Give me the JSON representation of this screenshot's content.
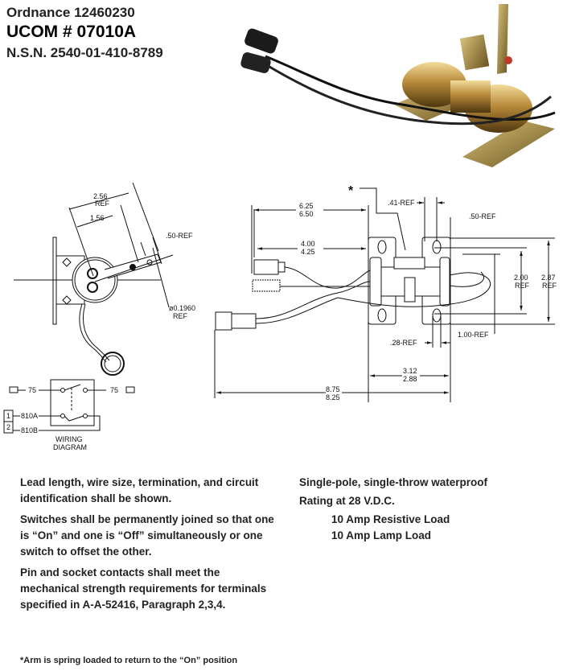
{
  "header": {
    "ordnance": "Ordnance 12460230",
    "ucom": "UCOM # 07010A",
    "nsn": "N.S.N. 2540-01-410-8789"
  },
  "side_view": {
    "dim_overall": [
      "2.56",
      "REF"
    ],
    "dim_pivot": "1.56",
    "dim_arm": ".50-REF",
    "dim_hole": [
      "ø0.1960",
      "REF"
    ]
  },
  "wiring_diagram": {
    "wire_75_left": "75",
    "wire_75_right": "75",
    "pin1": "1",
    "pin2": "2",
    "wire_810a": "810A",
    "wire_810b": "810B",
    "caption": [
      "WIRING",
      "DIAGRAM"
    ]
  },
  "top_view": {
    "asterisk": "*",
    "dim_lead_long": [
      "6.25",
      "6.50"
    ],
    "dim_lead_short": [
      "4.00",
      "4.25"
    ],
    "dim_41": ".41-REF",
    "dim_50": ".50-REF",
    "dim_200": [
      "2.00",
      "REF"
    ],
    "dim_287": [
      "2.87",
      "REF"
    ],
    "dim_100": "1.00-REF",
    "dim_28": ".28-REF",
    "dim_width": [
      "3.12",
      "2.88"
    ],
    "dim_overall": [
      "8.75",
      "8.25"
    ]
  },
  "notes_left": [
    "Lead length, wire size, termination, and circuit identification shall be shown.",
    "Switches shall be permanently joined so that one is “On” and one is “Off” simultaneously or one switch to offset the other.",
    "Pin and socket contacts shall meet the mechanical strength requirements for terminals specified in A-A-52416, Paragraph 2,3,4."
  ],
  "notes_right": {
    "type": "Single-pole, single-throw waterproof",
    "rating": "Rating at 28 V.D.C.",
    "loads": [
      "10 Amp Resistive Load",
      "10 Amp Lamp Load"
    ]
  },
  "footer": "*Arm is spring loaded to return to the “On” position"
}
